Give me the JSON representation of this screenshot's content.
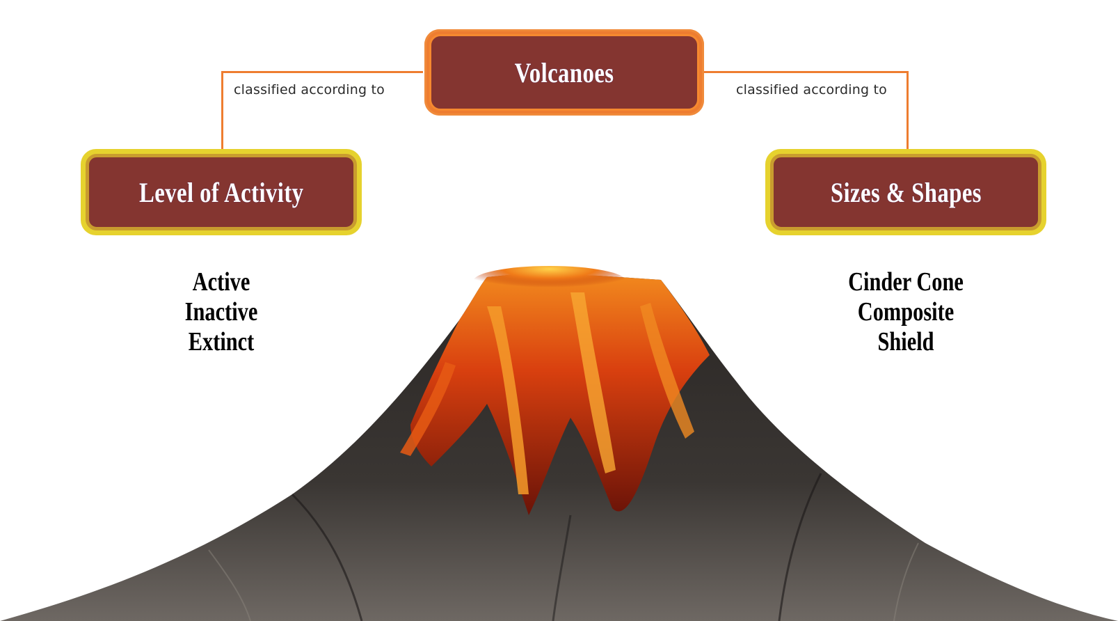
{
  "diagram": {
    "root": {
      "label": "Volcanoes"
    },
    "edges": [
      {
        "label": "classified according to",
        "to": "Level of Activity"
      },
      {
        "label": "classified according to",
        "to": "Sizes & Shapes"
      }
    ],
    "branches": [
      {
        "label": "Level of Activity",
        "items": [
          "Active",
          "Inactive",
          "Extinct"
        ]
      },
      {
        "label": "Sizes & Shapes",
        "items": [
          "Cinder Cone",
          "Composite",
          "Shield"
        ]
      }
    ]
  },
  "colors": {
    "node_fill": "#843530",
    "root_border": "#ee7d30",
    "child_border": "#e6d22e",
    "connector": "#ee7d30"
  },
  "illustration": {
    "subject": "erupting volcano with lava flows"
  }
}
